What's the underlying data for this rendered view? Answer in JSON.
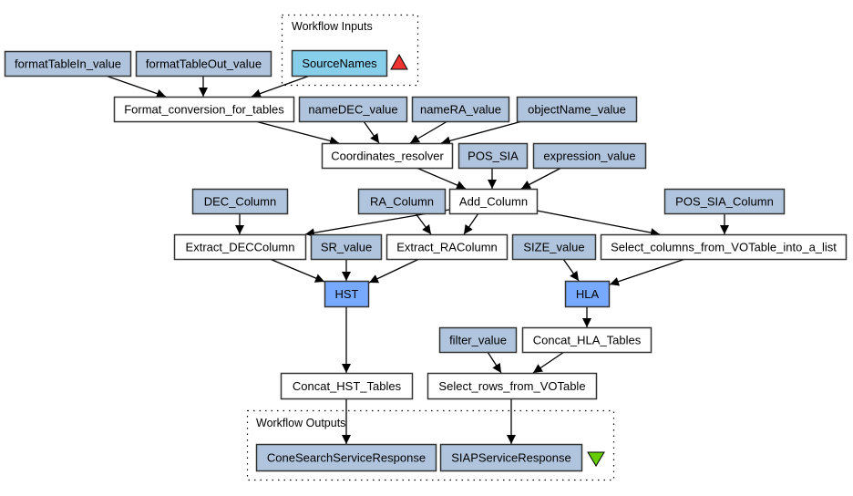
{
  "colors": {
    "processor": "#ffffff",
    "constant": "#b0c4de",
    "input": "#87ceeb",
    "service": "#77aaff",
    "output": "#b0c4de",
    "input_marker": "#ee3333",
    "output_marker": "#66cc00",
    "stroke": "#000000"
  },
  "clusters": {
    "inputs": {
      "label": "Workflow Inputs"
    },
    "outputs": {
      "label": "Workflow Outputs"
    }
  },
  "nodes": [
    {
      "id": "formatTableIn_value",
      "label": "formatTableIn_value",
      "kind": "constant"
    },
    {
      "id": "formatTableOut_value",
      "label": "formatTableOut_value",
      "kind": "constant"
    },
    {
      "id": "SourceNames",
      "label": "SourceNames",
      "kind": "input"
    },
    {
      "id": "Format_conversion_for_tables",
      "label": "Format_conversion_for_tables",
      "kind": "processor"
    },
    {
      "id": "nameDEC_value",
      "label": "nameDEC_value",
      "kind": "constant"
    },
    {
      "id": "nameRA_value",
      "label": "nameRA_value",
      "kind": "constant"
    },
    {
      "id": "objectName_value",
      "label": "objectName_value",
      "kind": "constant"
    },
    {
      "id": "Coordinates_resolver",
      "label": "Coordinates_resolver",
      "kind": "processor"
    },
    {
      "id": "POS_SIA",
      "label": "POS_SIA",
      "kind": "constant"
    },
    {
      "id": "expression_value",
      "label": "expression_value",
      "kind": "constant"
    },
    {
      "id": "DEC_Column",
      "label": "DEC_Column",
      "kind": "constant"
    },
    {
      "id": "RA_Column",
      "label": "RA_Column",
      "kind": "constant"
    },
    {
      "id": "Add_Column",
      "label": "Add_Column",
      "kind": "processor"
    },
    {
      "id": "POS_SIA_Column",
      "label": "POS_SIA_Column",
      "kind": "constant"
    },
    {
      "id": "Extract_DECColumn",
      "label": "Extract_DECColumn",
      "kind": "processor"
    },
    {
      "id": "SR_value",
      "label": "SR_value",
      "kind": "constant"
    },
    {
      "id": "Extract_RAColumn",
      "label": "Extract_RAColumn",
      "kind": "processor"
    },
    {
      "id": "SIZE_value",
      "label": "SIZE_value",
      "kind": "constant"
    },
    {
      "id": "Select_columns_from_VOTable_into_a_list",
      "label": "Select_columns_from_VOTable_into_a_list",
      "kind": "processor"
    },
    {
      "id": "HST",
      "label": "HST",
      "kind": "service"
    },
    {
      "id": "HLA",
      "label": "HLA",
      "kind": "service"
    },
    {
      "id": "filter_value",
      "label": "filter_value",
      "kind": "constant"
    },
    {
      "id": "Concat_HLA_Tables",
      "label": "Concat_HLA_Tables",
      "kind": "processor"
    },
    {
      "id": "Concat_HST_Tables",
      "label": "Concat_HST_Tables",
      "kind": "processor"
    },
    {
      "id": "Select_rows_from_VOTable",
      "label": "Select_rows_from_VOTable",
      "kind": "processor"
    },
    {
      "id": "ConeSearchServiceResponse",
      "label": "ConeSearchServiceResponse",
      "kind": "output"
    },
    {
      "id": "SIAPServiceResponse",
      "label": "SIAPServiceResponse",
      "kind": "output"
    }
  ],
  "edges": [
    [
      "formatTableIn_value",
      "Format_conversion_for_tables"
    ],
    [
      "formatTableOut_value",
      "Format_conversion_for_tables"
    ],
    [
      "SourceNames",
      "Format_conversion_for_tables"
    ],
    [
      "Format_conversion_for_tables",
      "Coordinates_resolver"
    ],
    [
      "nameDEC_value",
      "Coordinates_resolver"
    ],
    [
      "nameRA_value",
      "Coordinates_resolver"
    ],
    [
      "objectName_value",
      "Coordinates_resolver"
    ],
    [
      "Coordinates_resolver",
      "Add_Column"
    ],
    [
      "POS_SIA",
      "Add_Column"
    ],
    [
      "expression_value",
      "Add_Column"
    ],
    [
      "DEC_Column",
      "Extract_DECColumn"
    ],
    [
      "Add_Column",
      "Extract_DECColumn"
    ],
    [
      "RA_Column",
      "Extract_RAColumn"
    ],
    [
      "Add_Column",
      "Extract_RAColumn"
    ],
    [
      "Add_Column",
      "Select_columns_from_VOTable_into_a_list"
    ],
    [
      "POS_SIA_Column",
      "Select_columns_from_VOTable_into_a_list"
    ],
    [
      "Extract_DECColumn",
      "HST"
    ],
    [
      "SR_value",
      "HST"
    ],
    [
      "Extract_RAColumn",
      "HST"
    ],
    [
      "SIZE_value",
      "HLA"
    ],
    [
      "Select_columns_from_VOTable_into_a_list",
      "HLA"
    ],
    [
      "HST",
      "Concat_HST_Tables"
    ],
    [
      "HLA",
      "Concat_HLA_Tables"
    ],
    [
      "filter_value",
      "Select_rows_from_VOTable"
    ],
    [
      "Concat_HLA_Tables",
      "Select_rows_from_VOTable"
    ],
    [
      "Concat_HST_Tables",
      "ConeSearchServiceResponse"
    ],
    [
      "Select_rows_from_VOTable",
      "SIAPServiceResponse"
    ]
  ]
}
